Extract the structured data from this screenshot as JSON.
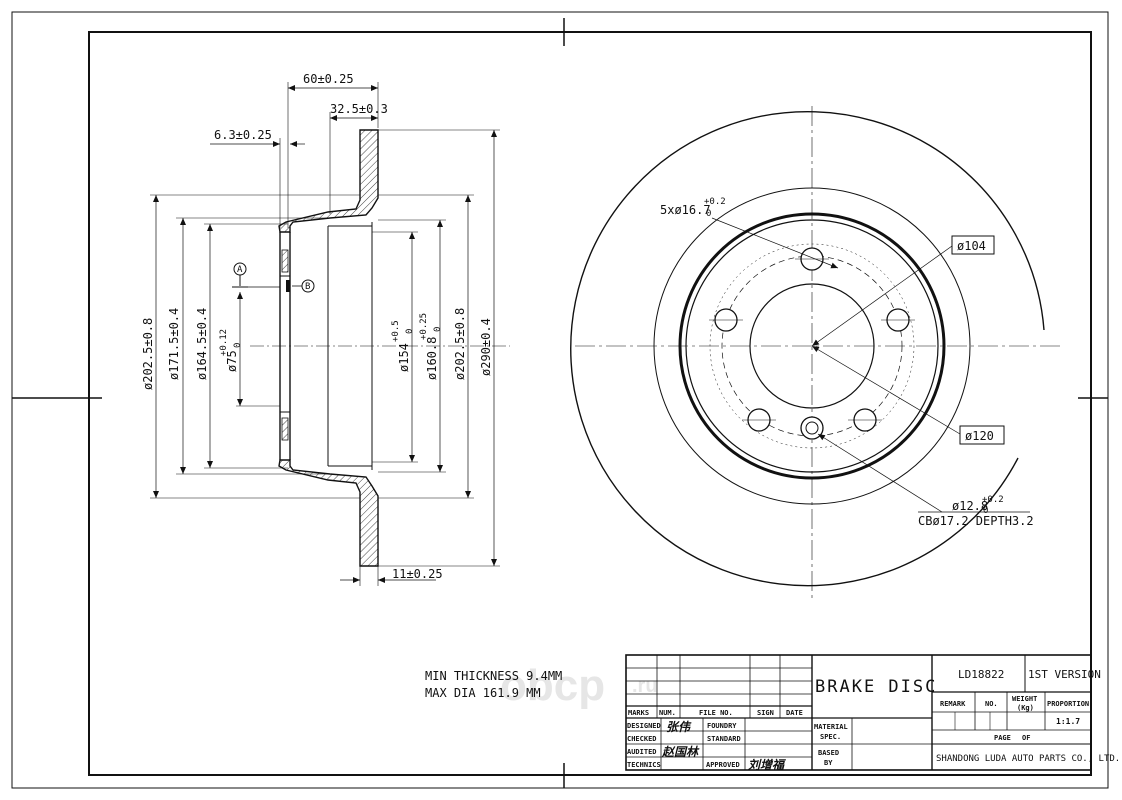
{
  "side_view": {
    "dim_total_width": "60±0.25",
    "dim_hat_depth": "32.5±0.3",
    "dim_flange": "6.3±0.25",
    "dim_disc_thickness": "11±0.25",
    "dia_202_left": "ø202.5±0.8",
    "dia_171": "ø171.5±0.4",
    "dia_164": "ø164.5±0.4",
    "dia_75": "ø75",
    "dia_75_tol": "+0.12",
    "dia_75_tol0": "0",
    "dia_154": "ø154",
    "dia_154_tol": "+0.5",
    "dia_154_tol0": "0",
    "dia_160": "ø160.8",
    "dia_160_tol": "+0.25",
    "dia_160_tol0": "0",
    "dia_202_right": "ø202.5±0.8",
    "dia_290": "ø290±0.4",
    "marker_a": "A",
    "marker_b": "B"
  },
  "front_view": {
    "bolt_holes": "5xø16.7",
    "bolt_holes_tol": "+0.2",
    "bolt_holes_tol0": "0",
    "dia_104": "ø104",
    "dia_120": "ø120",
    "pilot_hole": "ø12.8",
    "pilot_hole_tol": "+0.2",
    "pilot_hole_tol0": "0",
    "counterbore": "CBø17.2 DEPTH3.2"
  },
  "notes": {
    "min_thickness": "MIN THICKNESS 9.4MM",
    "max_dia": "MAX DIA 161.9 MM"
  },
  "title_block": {
    "marks": "MARKS",
    "num": "NUM.",
    "file_no": "FILE NO.",
    "sign": "SIGN",
    "date": "DATE",
    "designed": "DESIGNED",
    "checked": "CHECKED",
    "audited": "AUDITED",
    "technics": "TECHNICS",
    "foundry": "FOUNDRY",
    "standard": "STANDARD",
    "approved": "APPROVED",
    "material": "MATERIAL",
    "spec": "SPEC.",
    "based": "BASED",
    "by": "BY",
    "title": "BRAKE DISC",
    "part_no": "LD18822",
    "version": "1ST VERSION",
    "remark": "REMARK",
    "no": "NO.",
    "weight": "WEIGHT",
    "weight_unit": "(Kg)",
    "proportion": "PROPORTION",
    "proportion_value": "1:1.7",
    "page": "PAGE",
    "of": "OF",
    "company": "SHANDONG LUDA AUTO PARTS CO., LTD.",
    "sig_designed": "张伟",
    "sig_audited": "赵国林",
    "sig_approved": "刘增福"
  },
  "watermark": {
    "text": "obcp",
    "suffix": ".ru"
  }
}
